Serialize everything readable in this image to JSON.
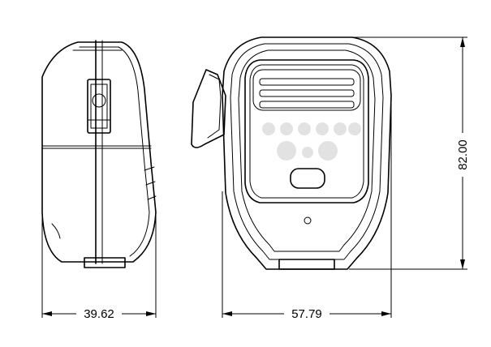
{
  "dimensions": {
    "side_depth": "39.62",
    "front_width": "57.79",
    "height": "82.00"
  }
}
